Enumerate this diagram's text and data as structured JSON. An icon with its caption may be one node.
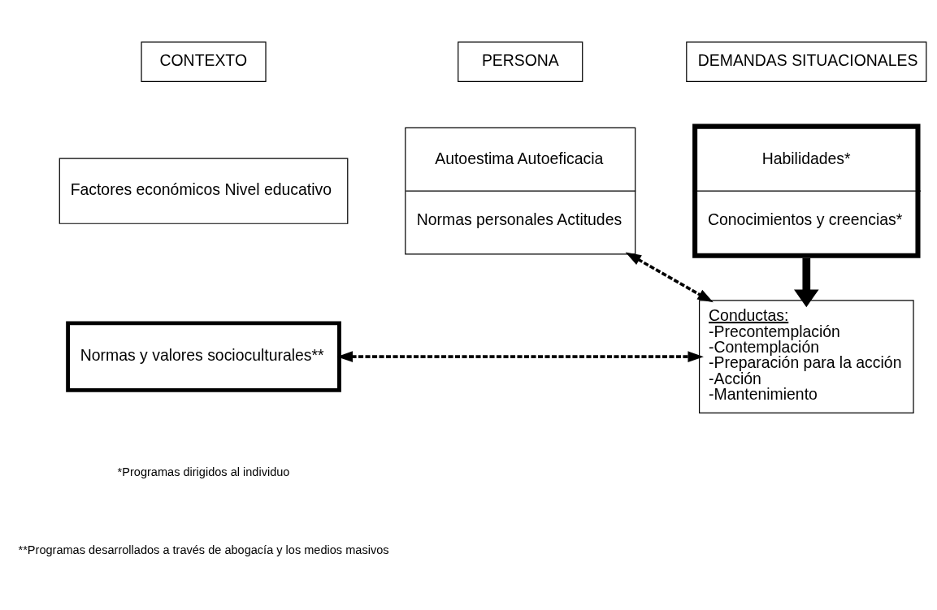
{
  "diagram": {
    "nodes": [
      {
        "text": [
          "CONTEXTO"
        ]
      },
      {
        "text": [
          "PERSONA"
        ]
      },
      {
        "text": [
          "DEMANDAS SITUACIONALES"
        ]
      },
      {
        "text": [
          "Factores económicos Nivel educativo"
        ]
      },
      {
        "text": [
          "Normas y valores socioculturales**"
        ]
      },
      {
        "text": [
          "Autoestima Autoeficacia",
          "Normas personales Actitudes"
        ]
      },
      {
        "text": [
          "Habilidades*",
          "Conocimientos y creencias*"
        ]
      },
      {
        "text": [
          "Conductas:",
          "-Precontemplación",
          "-Contemplación",
          "-Preparación para la acción",
          "-Acción",
          "-Mantenimiento"
        ]
      }
    ],
    "edges": [
      {
        "from": 6,
        "to": 7,
        "arrow": "to",
        "style": "thick"
      },
      {
        "from": 5,
        "to": 7,
        "arrow": "both",
        "style": "dashed"
      },
      {
        "from": 4,
        "to": 7,
        "arrow": "both",
        "style": "dashed"
      }
    ],
    "labels": [
      "*Programas dirigidos al individuo",
      "**Programas desarrollados a través de abogacía y los medios masivos"
    ]
  }
}
